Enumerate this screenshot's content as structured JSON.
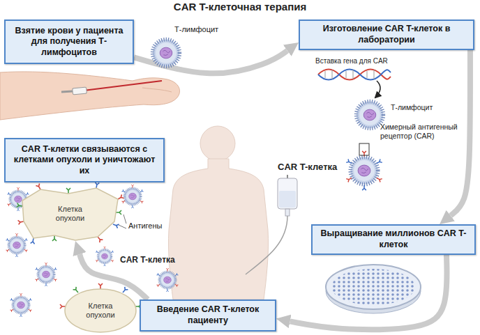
{
  "diagram": {
    "title": "CAR T-клеточная терапия",
    "nodes": [
      {
        "text": [
          "Взятие крови у пациента для получения Т-лимфоцитов"
        ]
      },
      {
        "text": [
          "Изготовление CAR T-клеток в лаборатории"
        ]
      },
      {
        "text": [
          "CAR T-клетки связываются с клетками опухоли и уничтожают их"
        ]
      },
      {
        "text": [
          "Клетка опухоли"
        ]
      },
      {
        "text": [
          "Выращивание миллионов CAR T-клеток"
        ]
      },
      {
        "text": [
          "Введение CAR T-клеток пациенту"
        ]
      },
      {
        "text": [
          "Клетка опухоли"
        ]
      }
    ],
    "edges": [
      {
        "from": 0,
        "to": 1,
        "arrow": "to"
      },
      {
        "from": 1,
        "to": 4,
        "arrow": "to"
      },
      {
        "from": 4,
        "to": 5,
        "arrow": "to"
      },
      {
        "from": 5,
        "to": 3,
        "arrow": "to"
      }
    ],
    "labels": [
      "Т-лимфоцит",
      "Вставка гена для CAR",
      "Т-лимфоцит",
      "Химерный антигенный рецептор (CAR)",
      "CAR T-клетка",
      "Антигены",
      "CAR T-клетка"
    ]
  }
}
